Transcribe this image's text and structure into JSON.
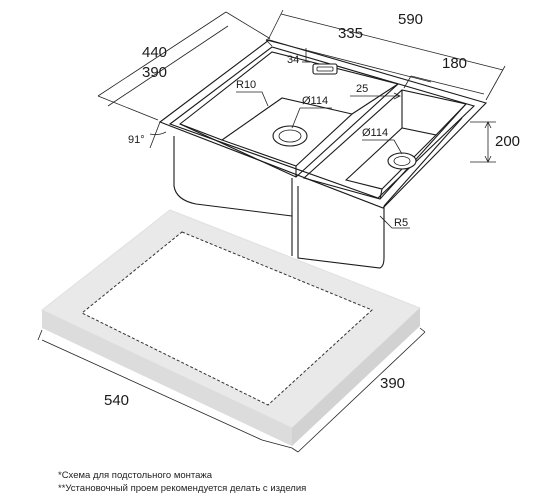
{
  "diagram": {
    "dimensions": {
      "overall_width": "590",
      "bowl_large_width": "335",
      "bowl_small_width": "180",
      "overall_depth": "440",
      "bowl_depth": "390",
      "depth_height": "200",
      "cutout_width": "540",
      "cutout_depth": "390",
      "inner_offset": "34",
      "bowl_gap": "25",
      "radius_inner": "R10",
      "radius_outer": "R5",
      "drain_large": "Ø114",
      "drain_small": "Ø114",
      "angle": "91°"
    },
    "notes": [
      "*Схема для подстольного монтажа",
      "**Установочный проем рекомендуется делать с изделия"
    ]
  }
}
